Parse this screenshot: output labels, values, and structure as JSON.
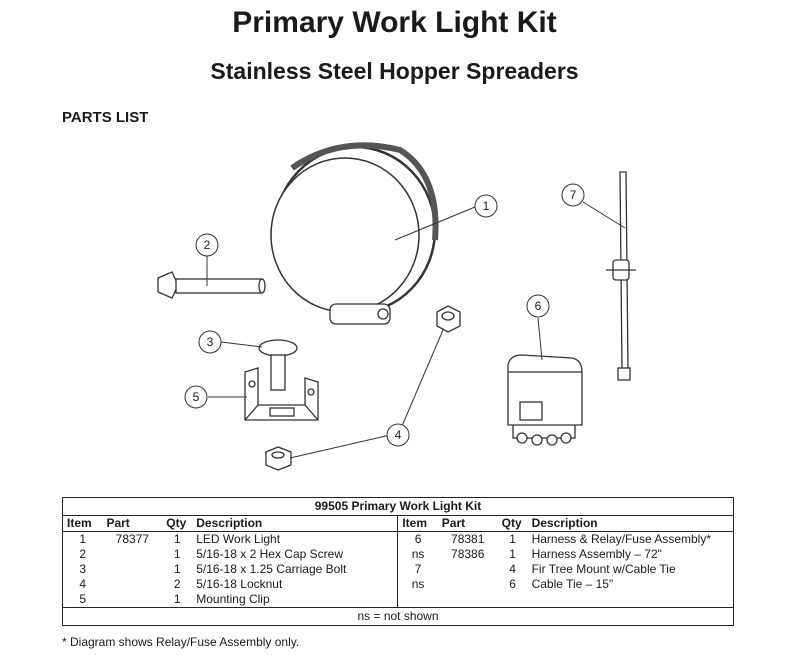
{
  "title": "Primary Work Light Kit",
  "subtitle": "Stainless Steel Hopper Spreaders",
  "section_label": "PARTS LIST",
  "callouts": [
    "1",
    "2",
    "3",
    "4",
    "5",
    "6",
    "7"
  ],
  "table": {
    "caption": "99505  Primary Work Light Kit",
    "headers": [
      "Item",
      "Part",
      "Qty",
      "Description"
    ],
    "left_rows": [
      {
        "item": "1",
        "part": "78377",
        "qty": "1",
        "desc": "LED Work Light"
      },
      {
        "item": "2",
        "part": "",
        "qty": "1",
        "desc": "5/16-18 x 2 Hex Cap Screw"
      },
      {
        "item": "3",
        "part": "",
        "qty": "1",
        "desc": "5/16-18 x 1.25 Carriage Bolt"
      },
      {
        "item": "4",
        "part": "",
        "qty": "2",
        "desc": "5/16-18 Locknut"
      },
      {
        "item": "5",
        "part": "",
        "qty": "1",
        "desc": "Mounting Clip"
      }
    ],
    "right_rows": [
      {
        "item": "6",
        "part": "78381",
        "qty": "1",
        "desc": "Harness & Relay/Fuse Assembly*"
      },
      {
        "item": "ns",
        "part": "78386",
        "qty": "1",
        "desc": "Harness Assembly – 72\""
      },
      {
        "item": "7",
        "part": "",
        "qty": "4",
        "desc": "Fir Tree Mount w/Cable Tie"
      },
      {
        "item": "ns",
        "part": "",
        "qty": "6",
        "desc": "Cable Tie – 15\""
      },
      {
        "item": "",
        "part": "",
        "qty": "",
        "desc": ""
      }
    ],
    "footer": "ns = not shown"
  },
  "footnote": "* Diagram shows Relay/Fuse Assembly only."
}
